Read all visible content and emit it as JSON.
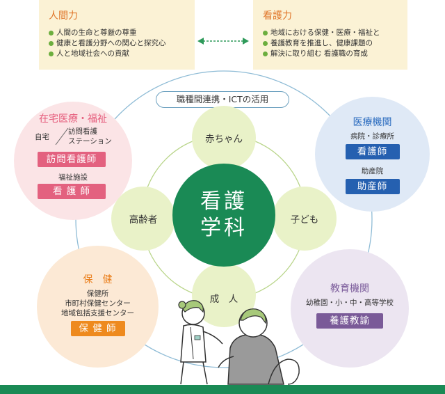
{
  "top_left": {
    "title": "人間力",
    "items": [
      "人間の生命と尊厳の尊重",
      "健康と看護分野への関心と探究心",
      "人と地域社会への貢献"
    ]
  },
  "top_right": {
    "title": "看護力",
    "items": [
      "地域における保健・医療・福祉と",
      "養護教育を推進し、健康課題の",
      "解決に取り組む 看護職の育成"
    ]
  },
  "ict_label": "職種間連携・ICTの活用",
  "center": {
    "line1": "看護",
    "line2": "学科"
  },
  "life_stages": {
    "baby": "赤ちゃん",
    "child": "子ども",
    "elderly": "高齢者",
    "adult": "成　人"
  },
  "home_care": {
    "title": "在宅医療・福祉",
    "home": "自宅",
    "station": "訪問看護\nステーション",
    "tag1": "訪問看護師",
    "facility": "福祉施設",
    "tag2": "看 護 師"
  },
  "medical": {
    "title": "医療機関",
    "sub1": "病院・診療所",
    "tag1": "看護師",
    "sub2": "助産院",
    "tag2": "助産師"
  },
  "health": {
    "title": "保　健",
    "line1": "保健所",
    "line2": "市町村保健センター",
    "line3": "地域包括支援センター",
    "tag": "保 健 師"
  },
  "education": {
    "title": "教育機関",
    "sub": "幼稚園・小・中・高等学校",
    "tag": "養護教諭"
  },
  "colors": {
    "accent_green": "#1a8a55",
    "title_orange": "#e0762a",
    "pink": "#e3617f",
    "blue": "#2560b0",
    "orange": "#ee8a1e",
    "purple": "#7a5a98"
  }
}
